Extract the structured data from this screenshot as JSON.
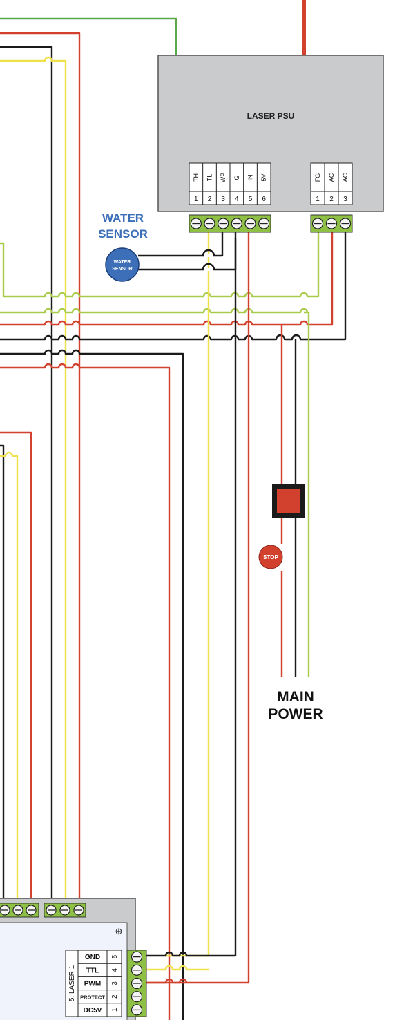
{
  "psu": {
    "title": "LASER PSU",
    "pins_left": [
      {
        "name": "TH",
        "num": "1"
      },
      {
        "name": "TL",
        "num": "2"
      },
      {
        "name": "WP",
        "num": "3"
      },
      {
        "name": "G",
        "num": "4"
      },
      {
        "name": "IN",
        "num": "5"
      },
      {
        "name": "5V",
        "num": "6"
      }
    ],
    "pins_right": [
      {
        "name": "FG",
        "num": "1"
      },
      {
        "name": "AC",
        "num": "2"
      },
      {
        "name": "AC",
        "num": "3"
      }
    ]
  },
  "water_sensor": {
    "label_line1": "WATER",
    "label_line2": "SENSOR",
    "badge_line1": "WATER",
    "badge_line2": "SENSOR"
  },
  "stop_button": {
    "label": "STOP"
  },
  "main_power": {
    "line1": "MAIN",
    "line2": "POWER"
  },
  "laser_connector": {
    "group_label": "5. LASER 1",
    "pins": [
      {
        "name": "GND",
        "num": "5"
      },
      {
        "name": "TTL",
        "num": "4"
      },
      {
        "name": "PWM",
        "num": "3"
      },
      {
        "name": "PROTECT",
        "num": "2"
      },
      {
        "name": "DC5V",
        "num": "1"
      }
    ]
  },
  "colors": {
    "red": "#d2402e",
    "yellow": "#f0e04a",
    "green": "#a8cc4a",
    "black": "#1a1a1a",
    "dark_green": "#5aa84a",
    "psu_gray": "#cacbcd",
    "terminal_green": "#8dc044",
    "badge_blue": "#3d6fb8",
    "sensor_text_blue": "#3d6fb8"
  }
}
